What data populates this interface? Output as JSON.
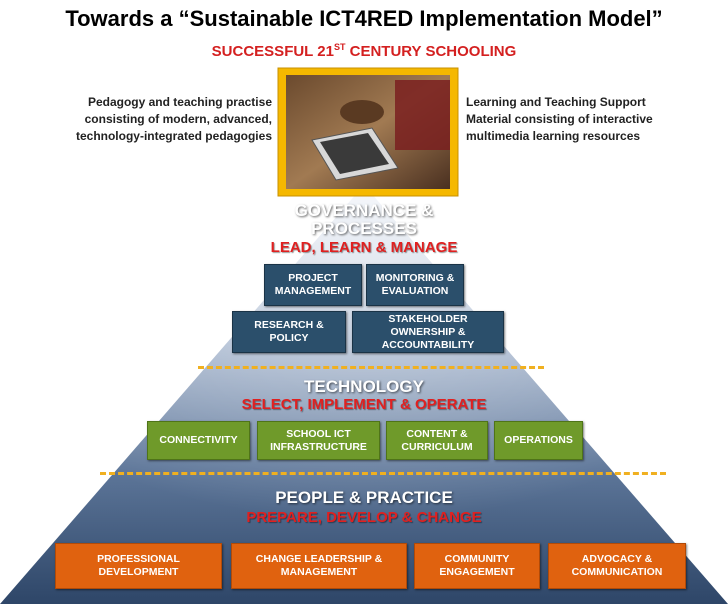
{
  "title": "Towards a “Sustainable ICT4RED Implementation Model”",
  "subtitle": {
    "text": "SUCCESSFUL 21",
    "superscript": "ST",
    "suffix": " CENTURY SCHOOLING"
  },
  "left_description": "Pedagogy and teaching practise consisting of modern, advanced, technology-integrated pedagogies",
  "right_description": "Learning and Teaching Support Material consisting of interactive multimedia learning resources",
  "governance": {
    "title_line1": "GOVERNANCE &",
    "title_line2": "PROCESSES",
    "subtitle": "LEAD, LEARN & MANAGE",
    "boxes": [
      "PROJECT MANAGEMENT",
      "MONITORING & EVALUATION",
      "RESEARCH & POLICY",
      "STAKEHOLDER OWNERSHIP & ACCOUNTABILITY"
    ]
  },
  "technology": {
    "title": "TECHNOLOGY",
    "subtitle": "SELECT, IMPLEMENT & OPERATE",
    "boxes": [
      "CONNECTIVITY",
      "SCHOOL ICT INFRASTRUCTURE",
      "CONTENT & CURRICULUM",
      "OPERATIONS"
    ]
  },
  "people": {
    "title": "PEOPLE & PRACTICE",
    "subtitle": "PREPARE, DEVELOP & CHANGE",
    "boxes": [
      "PROFESSIONAL DEVELOPMENT",
      "CHANGE LEADERSHIP & MANAGEMENT",
      "COMMUNITY ENGAGEMENT",
      "ADVOCACY & COMMUNICATION"
    ]
  },
  "colors": {
    "title_red": "#d42020",
    "photo_frame": "#f5b800",
    "governance_box": "#2b4f6b",
    "technology_box": "#6f9a2a",
    "people_box": "#e0620f",
    "divider": "#f0b020"
  }
}
